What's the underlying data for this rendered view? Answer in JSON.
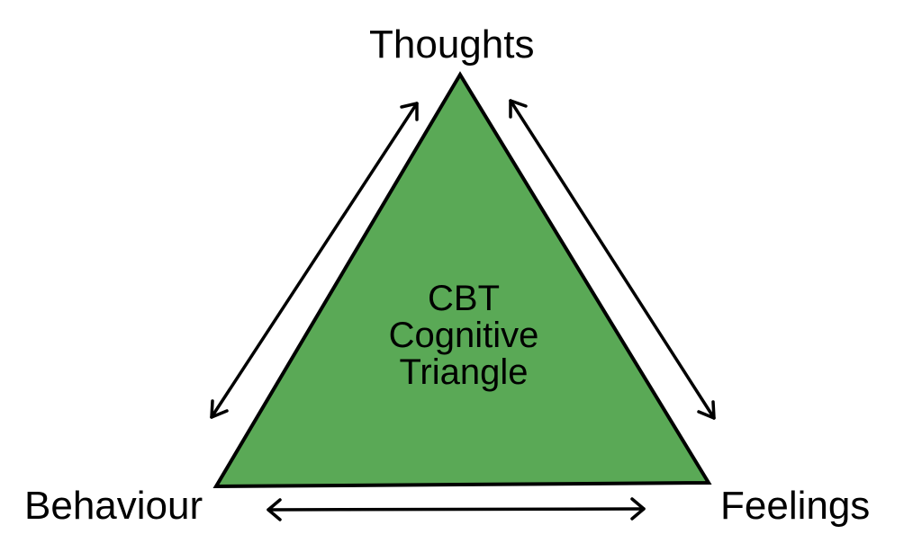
{
  "diagram": {
    "nodes": {
      "top": "Thoughts",
      "left": "Behaviour",
      "right": "Feelings"
    },
    "center_lines": [
      "CBT",
      "Cognitive",
      "Triangle"
    ],
    "colors": {
      "triangle_fill": "#5aa956",
      "stroke": "#000000",
      "text": "#000000",
      "background": "#ffffff"
    },
    "arrows": [
      {
        "from": "Thoughts",
        "to": "Behaviour",
        "direction": "both"
      },
      {
        "from": "Thoughts",
        "to": "Feelings",
        "direction": "both"
      },
      {
        "from": "Behaviour",
        "to": "Feelings",
        "direction": "both"
      }
    ]
  }
}
